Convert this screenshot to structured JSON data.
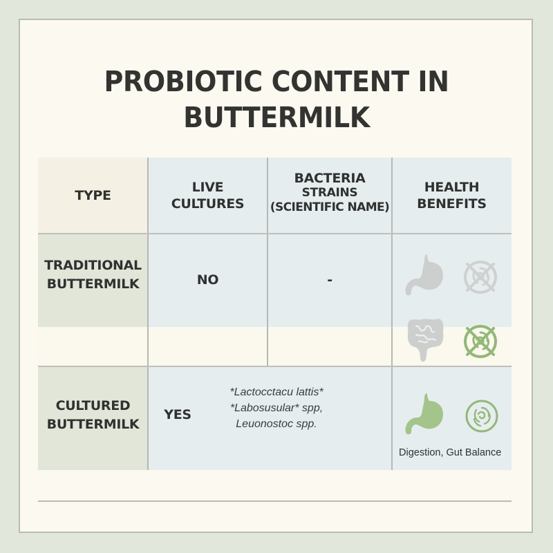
{
  "title": {
    "line1": "PROBIOTIC CONTENT IN",
    "line2": "BUTTERMILK"
  },
  "table": {
    "headers": [
      {
        "lines": [
          "TYPE"
        ]
      },
      {
        "lines": [
          "LIVE",
          "CULTURES"
        ]
      },
      {
        "lines": [
          "BACTERIA",
          "STRAINS",
          "(SCIENTIFIC NAME)"
        ]
      },
      {
        "lines": [
          "HEALTH",
          "BENEFITS"
        ]
      }
    ],
    "rows": [
      {
        "type_lines": [
          "TRADITIONAL",
          "BUTTERMILK"
        ],
        "live_cultures": "NO",
        "strains": "-",
        "benefit_icons": [
          "stomach-icon",
          "no-gut-flora-icon",
          "intestine-icon",
          "no-gut-flora-icon"
        ],
        "benefit_text": ""
      },
      {
        "type_lines": [
          "CULTURED",
          "BUTTERMILK"
        ],
        "live_cultures": "YES",
        "strains_lines": [
          "*Lactocctacu lattis*",
          "*Labosusular* spp,",
          "Leuonostoc spp."
        ],
        "benefit_icons": [
          "stomach-icon",
          "gut-flora-icon"
        ],
        "benefit_text": "Digestion, Gut Balance"
      }
    ]
  },
  "colors": {
    "page_bg": "#e1e7da",
    "card_bg": "#fbf9f0",
    "type_header_bg": "#f4f1e4",
    "header_bg": "#e6edee",
    "type_col_bg": "#e1e6d8",
    "cell_bg": "#e6edef",
    "accent_green": "#93b878",
    "muted_gray": "#c9cbcb",
    "text": "#2f3130"
  }
}
